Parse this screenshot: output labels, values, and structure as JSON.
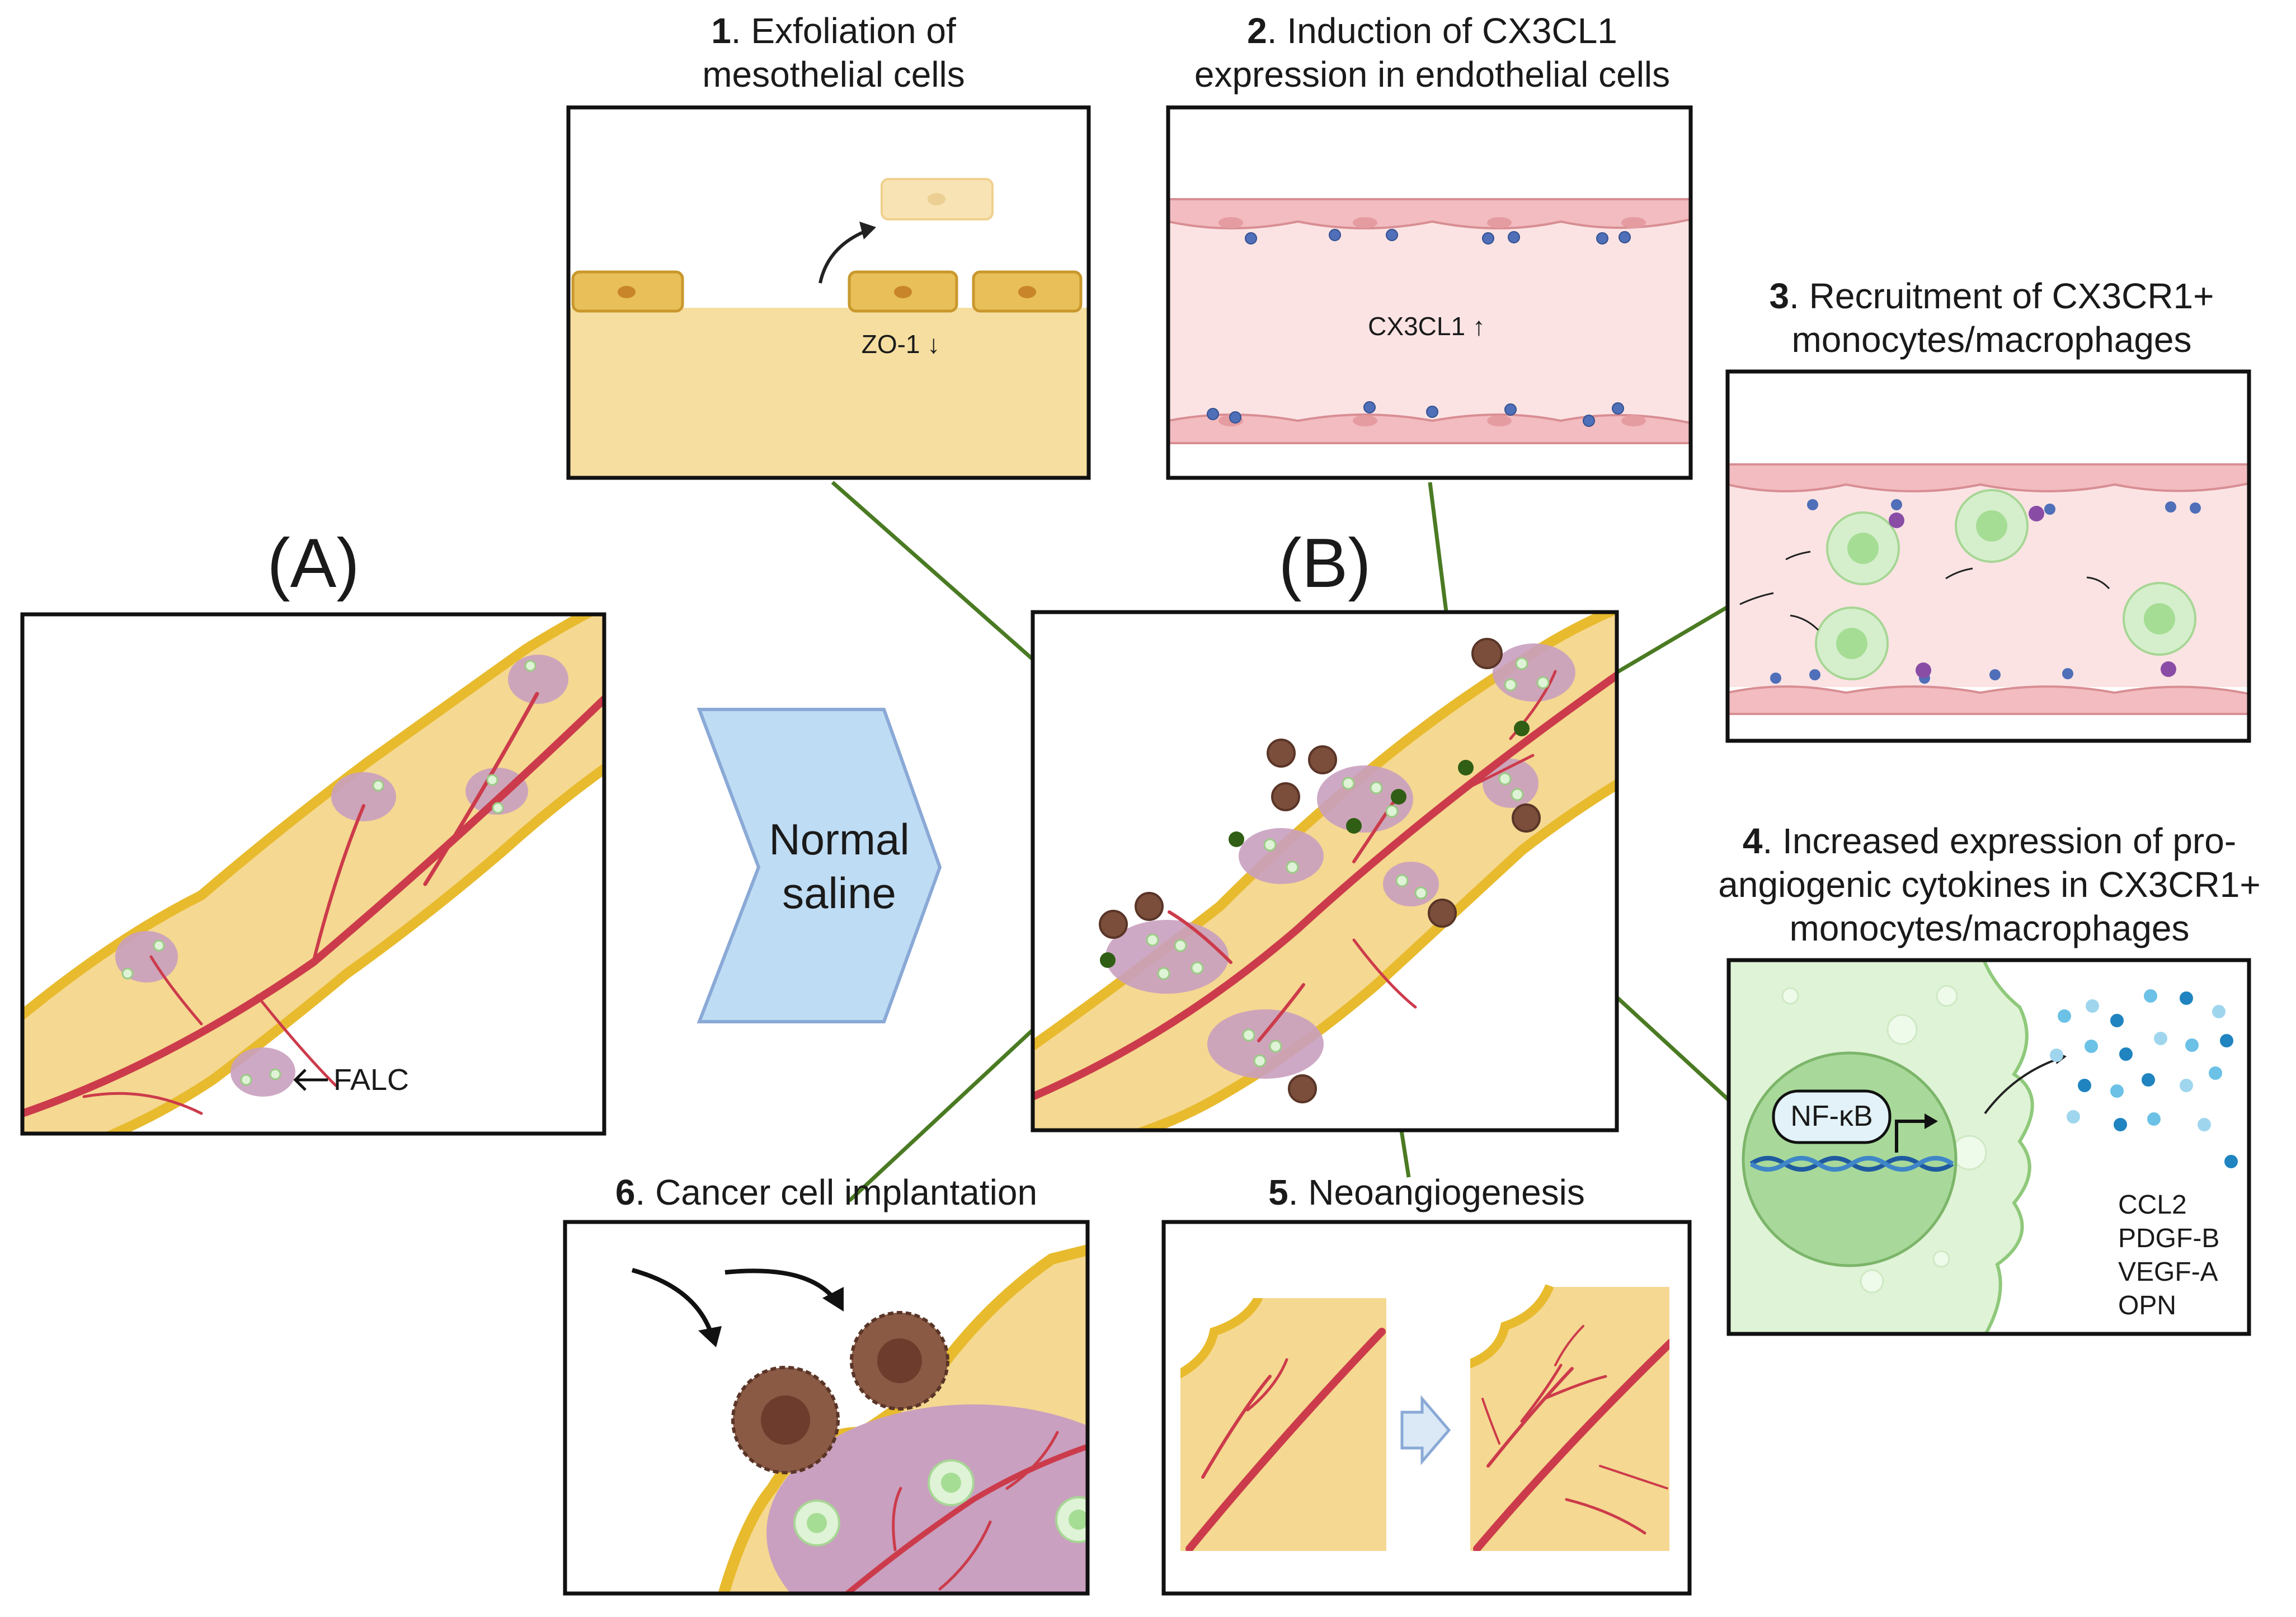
{
  "panel_a": {
    "label": "(A)",
    "falc_label": "FALC"
  },
  "arrow": {
    "line1": "Normal",
    "line2": "saline"
  },
  "panel_b": {
    "label": "(B)"
  },
  "steps": [
    {
      "num": "1",
      "line1": ". Exfoliation of",
      "line2": "mesothelial cells",
      "note": "ZO-1 ↓"
    },
    {
      "num": "2",
      "line1": ". Induction of CX3CL1",
      "line2": "expression in endothelial cells",
      "note": "CX3CL1 ↑"
    },
    {
      "num": "3",
      "line1": ". Recruitment of CX3CR1+",
      "line2": "monocytes/macrophages"
    },
    {
      "num": "4",
      "line1": ". Increased expression of pro-",
      "line2": "angiogenic cytokines in CX3CR1+",
      "line3": "monocytes/macrophages",
      "nfkb": "NF-κB",
      "cytokines": [
        "CCL2",
        "PDGF-B",
        "VEGF-A",
        "OPN"
      ]
    },
    {
      "num": "5",
      "line1": ". Neoangiogenesis"
    },
    {
      "num": "6",
      "line1": ". Cancer cell implantation"
    }
  ],
  "colors": {
    "fat": "#f5d891",
    "fat_border": "#e8bb2e",
    "vessel": "#cc3b4b",
    "falc": "#c9a0bf",
    "endo": "#f2bcc0",
    "endo_bg": "#fbe3e4",
    "receptor": "#4f6fb8",
    "mono": "#c9e8c0",
    "cancer": "#7a4e3b",
    "connector": "#4a7a22",
    "arrow_fill": "#bedcf3",
    "arrow_stroke": "#8aa9d6"
  }
}
